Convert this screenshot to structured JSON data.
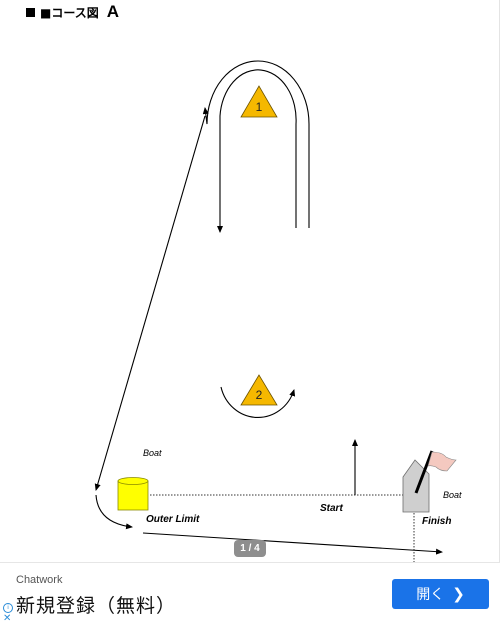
{
  "diagram": {
    "title_prefix": "■コース図",
    "title_letter": "A",
    "mark1_label": "1",
    "mark2_label": "2",
    "boat_label_upper": "Boat",
    "outer_limit_label": "Outer  Limit",
    "start_label": "Start",
    "boat_label_right": "Boat",
    "finish_label": "Finish",
    "mark_color": "#f5b800",
    "buoy_color": "#ffff00",
    "flag_color": "#f4c9c0",
    "boat_color": "#cfcfcf"
  },
  "pager": {
    "text": "1 / 4"
  },
  "ad": {
    "brand": "Chatwork",
    "headline": "新規登録（無料）",
    "cta_label": "開く",
    "cta_icon": "chevron-right-icon",
    "cta_color": "#1a73e8",
    "info_icon": "info-icon",
    "close_icon": "close-icon"
  }
}
